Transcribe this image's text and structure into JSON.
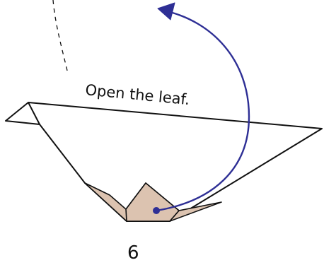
{
  "instruction": "Open the leaf.",
  "step_number": "6",
  "colors": {
    "outline": "#111111",
    "paper_front": "#ffffff",
    "paper_back": "#dcc3b0",
    "arrow": "#2e2f95"
  },
  "icons": {
    "arrow": "curved-arrow-icon",
    "fold_line": "dashed-fold-line"
  }
}
